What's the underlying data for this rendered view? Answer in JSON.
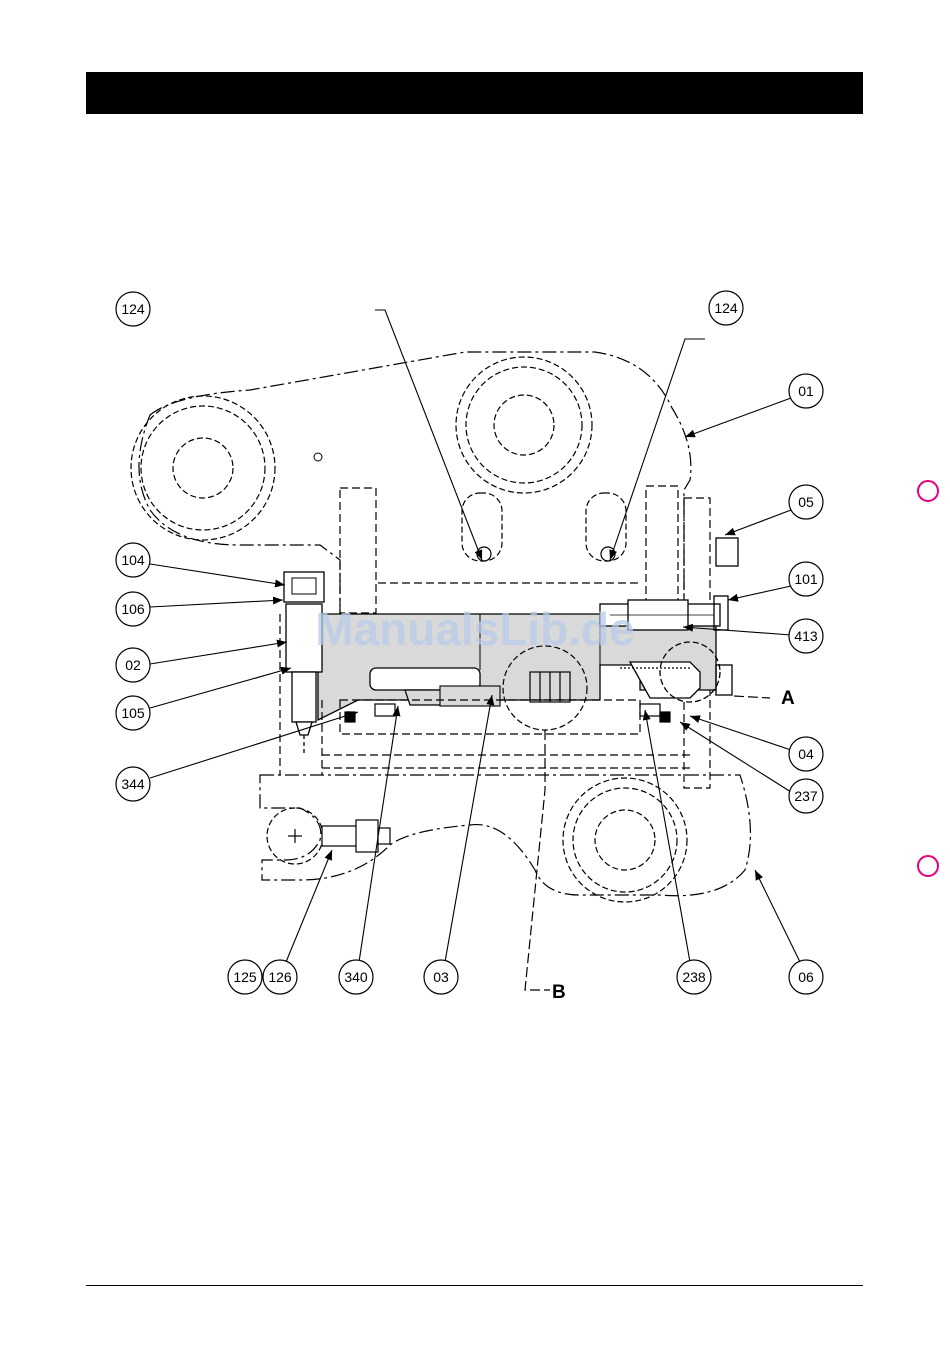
{
  "watermark": "ManualsLib.de",
  "colors": {
    "accent": "#e6007e",
    "section_fill": "#d9d9d9",
    "line": "#000000"
  },
  "callouts": [
    {
      "id": "c124a",
      "label": "124"
    },
    {
      "id": "c124b",
      "label": "124"
    },
    {
      "id": "c01",
      "label": "01"
    },
    {
      "id": "c05",
      "label": "05"
    },
    {
      "id": "c104",
      "label": "104"
    },
    {
      "id": "c101",
      "label": "101"
    },
    {
      "id": "c106",
      "label": "106"
    },
    {
      "id": "c413",
      "label": "413"
    },
    {
      "id": "c02",
      "label": "02"
    },
    {
      "id": "c105",
      "label": "105"
    },
    {
      "id": "c04",
      "label": "04"
    },
    {
      "id": "c344",
      "label": "344"
    },
    {
      "id": "c237",
      "label": "237"
    },
    {
      "id": "c125",
      "label": "125"
    },
    {
      "id": "c126",
      "label": "126"
    },
    {
      "id": "c340",
      "label": "340"
    },
    {
      "id": "c03",
      "label": "03"
    },
    {
      "id": "c238",
      "label": "238"
    },
    {
      "id": "c06",
      "label": "06"
    }
  ],
  "section_letters": {
    "a": "A",
    "b": "B"
  }
}
